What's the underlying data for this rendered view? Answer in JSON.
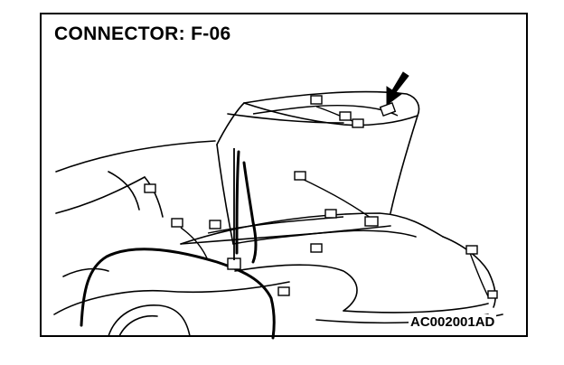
{
  "diagram": {
    "title": "CONNECTOR: F-06",
    "figure_code": "AC002001AD",
    "pointer": "arrow-indicating-connector"
  }
}
